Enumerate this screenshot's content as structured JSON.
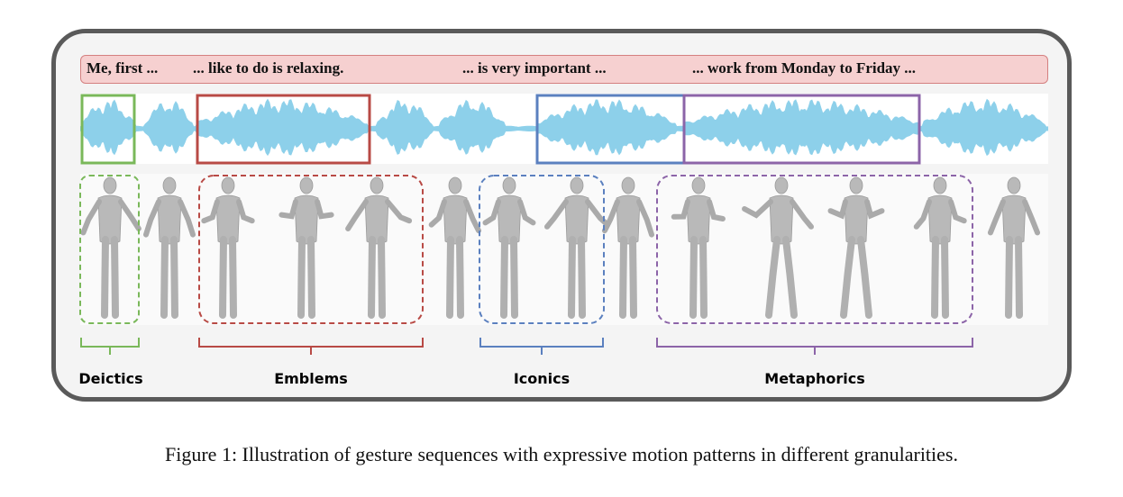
{
  "transcript": {
    "segments": [
      "Me, first ...",
      "... like to do is relaxing.",
      "... is very important ...",
      "... work from Monday to Friday ..."
    ]
  },
  "categories": {
    "deictics": "Deictics",
    "emblems": "Emblems",
    "iconics": "Iconics",
    "metaphorics": "Metaphorics"
  },
  "colors": {
    "deictics": "#7ab85a",
    "emblems": "#b84a45",
    "iconics": "#5b80bf",
    "metaphorics": "#8c64a8",
    "waveform": "#8dd0ea",
    "transcript_bg": "#f6d0d0",
    "panel_border": "#5a5a5a"
  },
  "caption": "Figure 1: Illustration of gesture sequences with expressive motion patterns in different granularities."
}
